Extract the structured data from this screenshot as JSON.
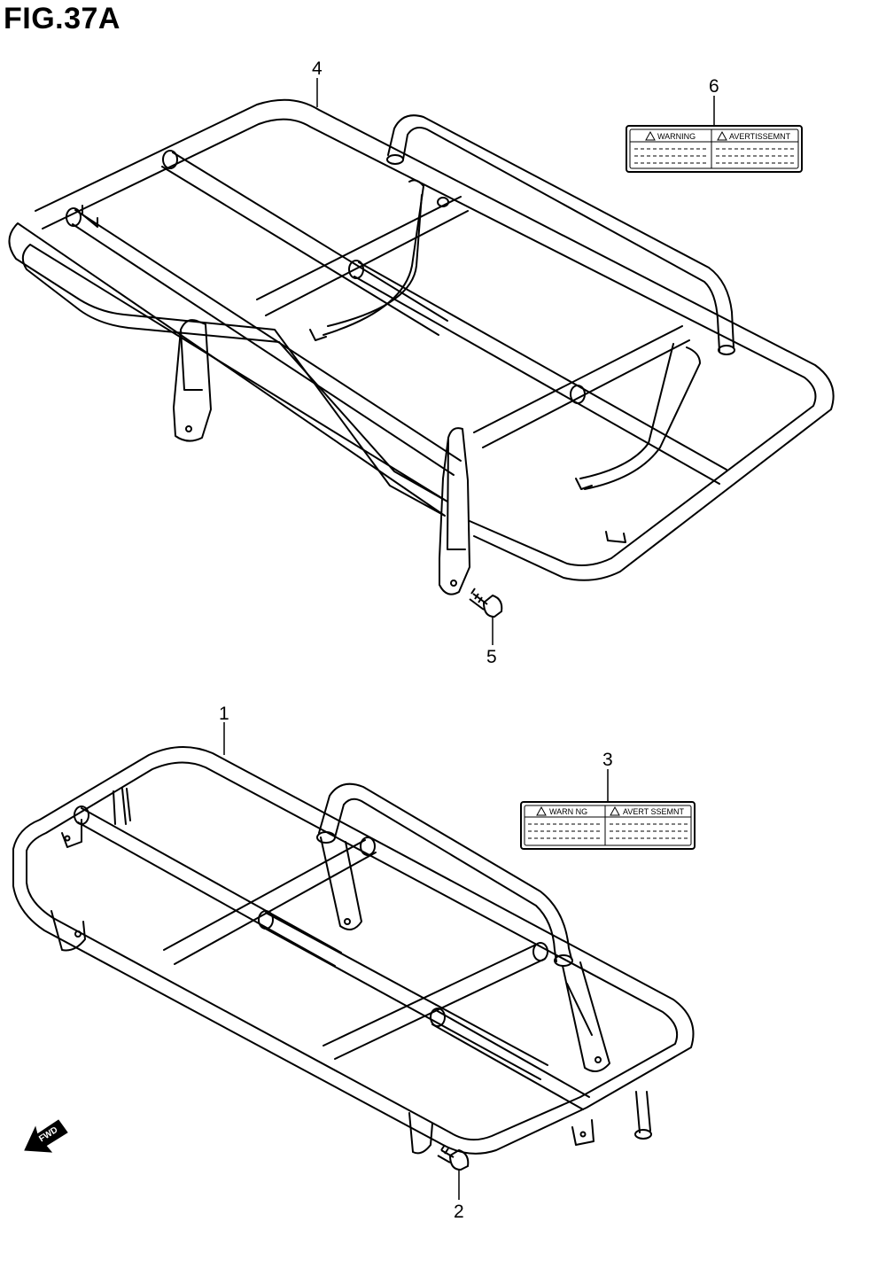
{
  "figure": {
    "title": "FIG.37A"
  },
  "callouts": {
    "c1": "1",
    "c2": "2",
    "c3": "3",
    "c4": "4",
    "c5": "5",
    "c6": "6"
  },
  "labels": {
    "upper": {
      "warning": "WARNING",
      "avertissement": "AVERTISSEMNT"
    },
    "lower": {
      "warning": "WARN NG",
      "avertissement": "AVERT SSEMNT"
    }
  },
  "fwd": {
    "text": "FWD"
  }
}
